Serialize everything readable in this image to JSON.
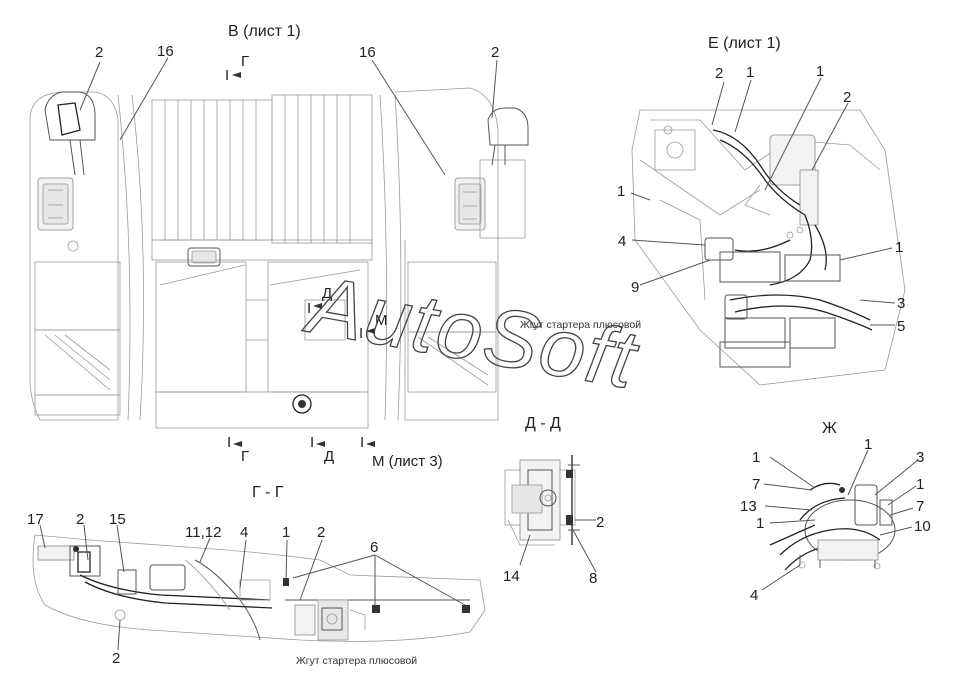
{
  "views": {
    "v_title": "В (лист 1)",
    "e_title": "Е (лист 1)",
    "zh_title": "Ж",
    "gg_title": "Г - Г",
    "dd_title": "Д - Д"
  },
  "section_marks": {
    "top_g": "Г",
    "top_i1": "I",
    "d_mark": "Д",
    "d_i": "I",
    "m_mark": "М",
    "m_i": "I",
    "bot_g_i": "I",
    "bot_g": "Г",
    "bot_d_i": "I",
    "bot_d": "Д",
    "bot_m_i": "I",
    "bot_m": "М (лист 3)"
  },
  "captions": {
    "starter_harness_top": "Жгут стартера плюсовой",
    "starter_harness_bottom": "Жгут стартера плюсовой"
  },
  "watermark": "AutoSoft",
  "callouts": {
    "v": {
      "c1": "2",
      "c2": "16",
      "c3": "16",
      "c4": "2"
    },
    "e": {
      "c1": "2",
      "c2": "1",
      "c3": "1",
      "c4": "2",
      "c5": "1",
      "c6": "4",
      "c7": "1",
      "c8": "9",
      "c9": "3",
      "c10": "5"
    },
    "gg": {
      "c1": "17",
      "c2": "2",
      "c3": "15",
      "c4": "11,12",
      "c5": "4",
      "c6": "1",
      "c7": "2",
      "c8": "6",
      "c9": "2"
    },
    "dd": {
      "c1": "2",
      "c2": "14",
      "c3": "8"
    },
    "zh": {
      "c1": "1",
      "c2": "1",
      "c3": "3",
      "c4": "7",
      "c5": "1",
      "c6": "13",
      "c7": "7",
      "c8": "1",
      "c9": "10",
      "c10": "4"
    }
  }
}
